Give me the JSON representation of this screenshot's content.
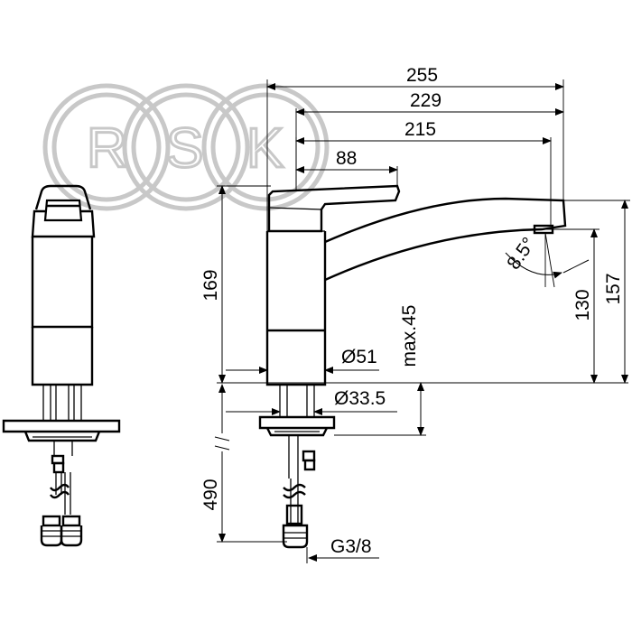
{
  "watermark": {
    "letters": [
      "R",
      "S",
      "K"
    ]
  },
  "dimensions": {
    "d255": "255",
    "d229": "229",
    "d215": "215",
    "d88": "88",
    "d169": "169",
    "d130": "130",
    "d157": "157",
    "d490": "490",
    "max45": "max.45",
    "dia51": "Ø51",
    "dia33": "Ø33.5",
    "angle": "8.5°",
    "thread": "G3/8"
  },
  "colors": {
    "line": "#000000",
    "watermark": "#c8c8c8",
    "background": "#ffffff"
  }
}
